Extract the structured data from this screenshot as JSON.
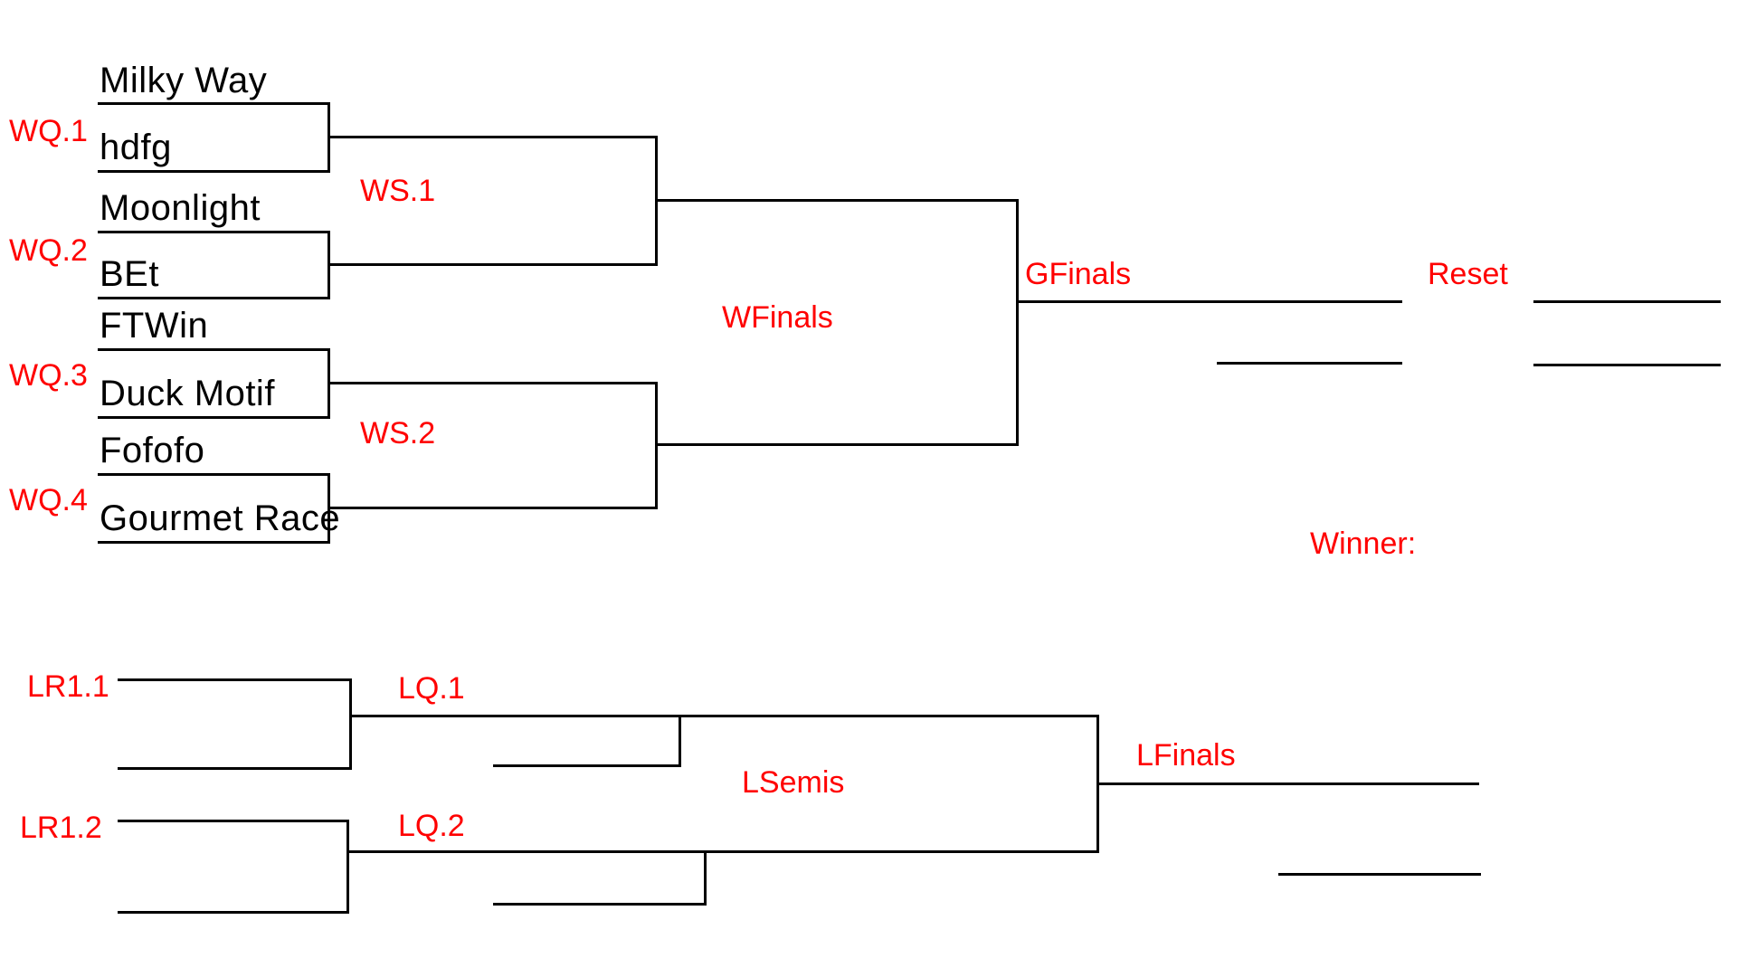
{
  "winners_bracket": {
    "quarterfinals": [
      {
        "label": "WQ.1",
        "team_top": "Milky Way",
        "team_bottom": "hdfg"
      },
      {
        "label": "WQ.2",
        "team_top": "Moonlight",
        "team_bottom": "BEt"
      },
      {
        "label": "WQ.3",
        "team_top": "FTWin",
        "team_bottom": "Duck Motif"
      },
      {
        "label": "WQ.4",
        "team_top": "Fofofo",
        "team_bottom": "Gourmet Race"
      }
    ],
    "semifinals": [
      {
        "label": "WS.1"
      },
      {
        "label": "WS.2"
      }
    ],
    "finals_label": "WFinals",
    "grand_finals_label": "GFinals",
    "reset_label": "Reset"
  },
  "losers_bracket": {
    "round1": [
      {
        "label": "LR1.1"
      },
      {
        "label": "LR1.2"
      }
    ],
    "quarterfinals": [
      {
        "label": "LQ.1"
      },
      {
        "label": "LQ.2"
      }
    ],
    "semifinals_label": "LSemis",
    "finals_label": "LFinals"
  },
  "winner_prompt": "Winner:",
  "colors": {
    "label": "#ff0000",
    "line": "#000000",
    "team_text": "#000000"
  }
}
